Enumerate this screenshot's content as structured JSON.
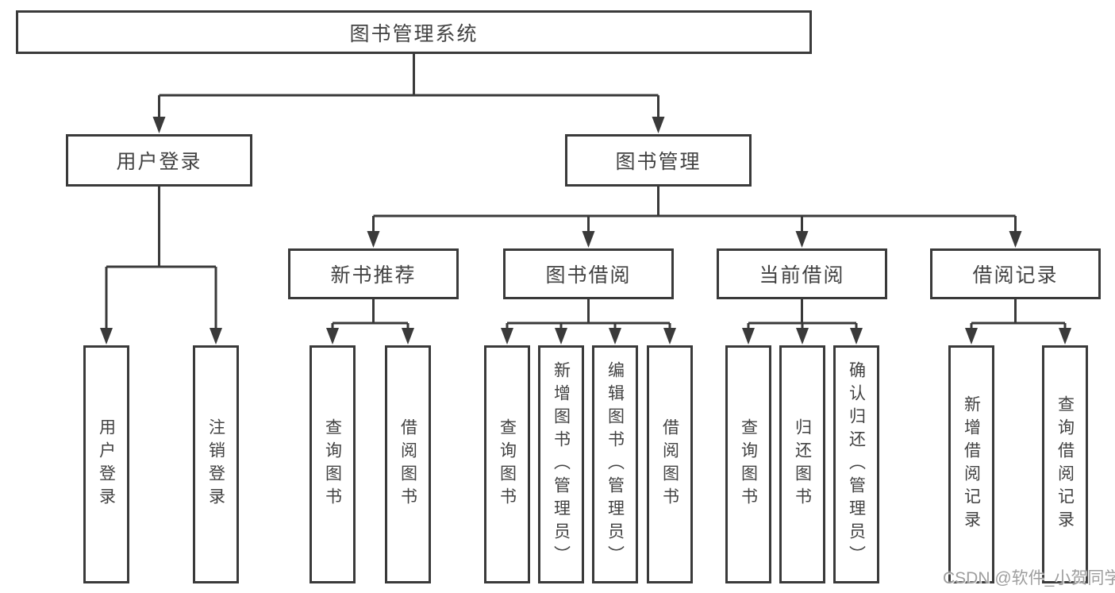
{
  "tree": {
    "root": {
      "label": "图书管理系统"
    },
    "login": {
      "label": "用户登录",
      "leaves": [
        {
          "label": "用户登录"
        },
        {
          "label": "注销登录"
        }
      ]
    },
    "management": {
      "label": "图书管理",
      "groups": [
        {
          "label": "新书推荐",
          "leaves": [
            {
              "label": "查询图书"
            },
            {
              "label": "借阅图书"
            }
          ]
        },
        {
          "label": "图书借阅",
          "leaves": [
            {
              "label": "查询图书"
            },
            {
              "label": "新增图书（管理员）"
            },
            {
              "label": "编辑图书（管理员）"
            },
            {
              "label": "借阅图书"
            }
          ]
        },
        {
          "label": "当前借阅",
          "leaves": [
            {
              "label": "查询图书"
            },
            {
              "label": "归还图书"
            },
            {
              "label": "确认归还（管理员）"
            }
          ]
        },
        {
          "label": "借阅记录",
          "leaves": [
            {
              "label": "新增借阅记录"
            },
            {
              "label": "查询借阅记录"
            }
          ]
        }
      ]
    }
  },
  "watermark": {
    "text": "CSDN @软件_小贺同学"
  },
  "colors": {
    "line": "#3a3a3a",
    "text": "#424242",
    "watermark": "#9e9e9e",
    "background": "#ffffff"
  }
}
